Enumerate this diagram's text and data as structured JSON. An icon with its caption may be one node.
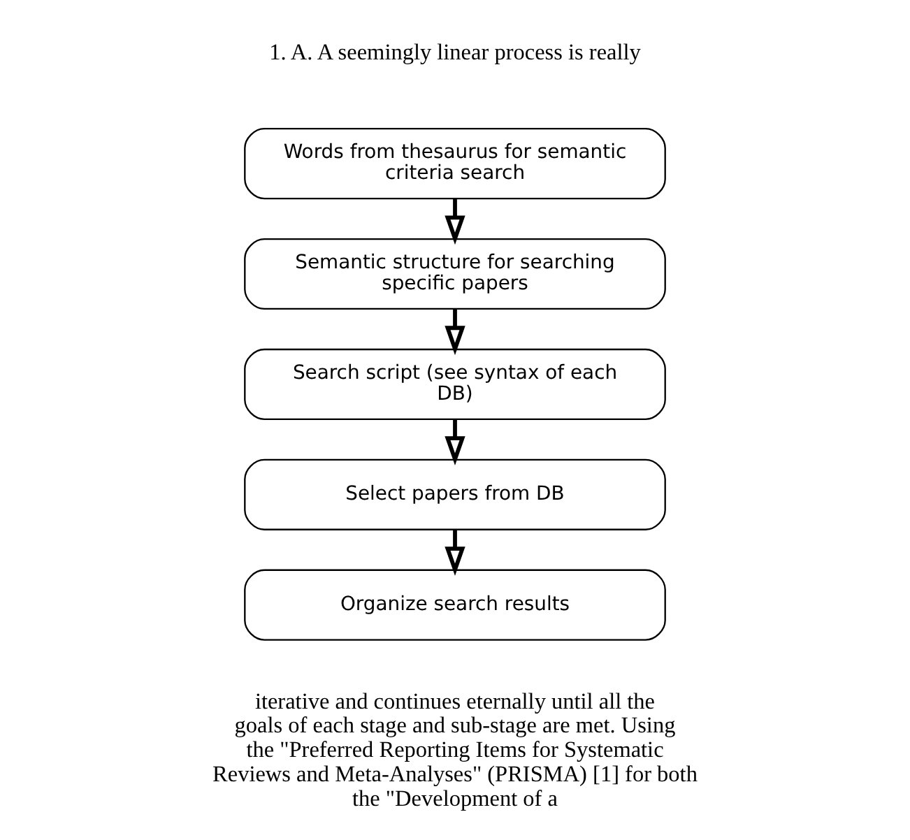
{
  "diagram": {
    "nodes": [
      {
        "text": [
          "Words from thesaurus for semantic criteria search"
        ]
      },
      {
        "text": [
          "Semantic structure for searching specific papers"
        ]
      },
      {
        "text": [
          "Search script (see syntax of each DB)"
        ]
      },
      {
        "text": [
          "Select papers from DB"
        ]
      },
      {
        "text": [
          "Organize search results"
        ]
      }
    ],
    "edges": [
      {
        "from": 0,
        "to": 1,
        "arrow": "to"
      },
      {
        "from": 1,
        "to": 2,
        "arrow": "to"
      },
      {
        "from": 2,
        "to": 3,
        "arrow": "to"
      },
      {
        "from": 3,
        "to": 4,
        "arrow": "to"
      }
    ],
    "labels": [
      "1. A. A seemingly linear process is really",
      "iterative and continues eternally until all the goals of each stage and sub-stage are met. Using the \"Preferred Reporting Items for Systematic Reviews and Meta-Analyses\" (PRISMA) [1] for both the \"Development of a"
    ]
  }
}
